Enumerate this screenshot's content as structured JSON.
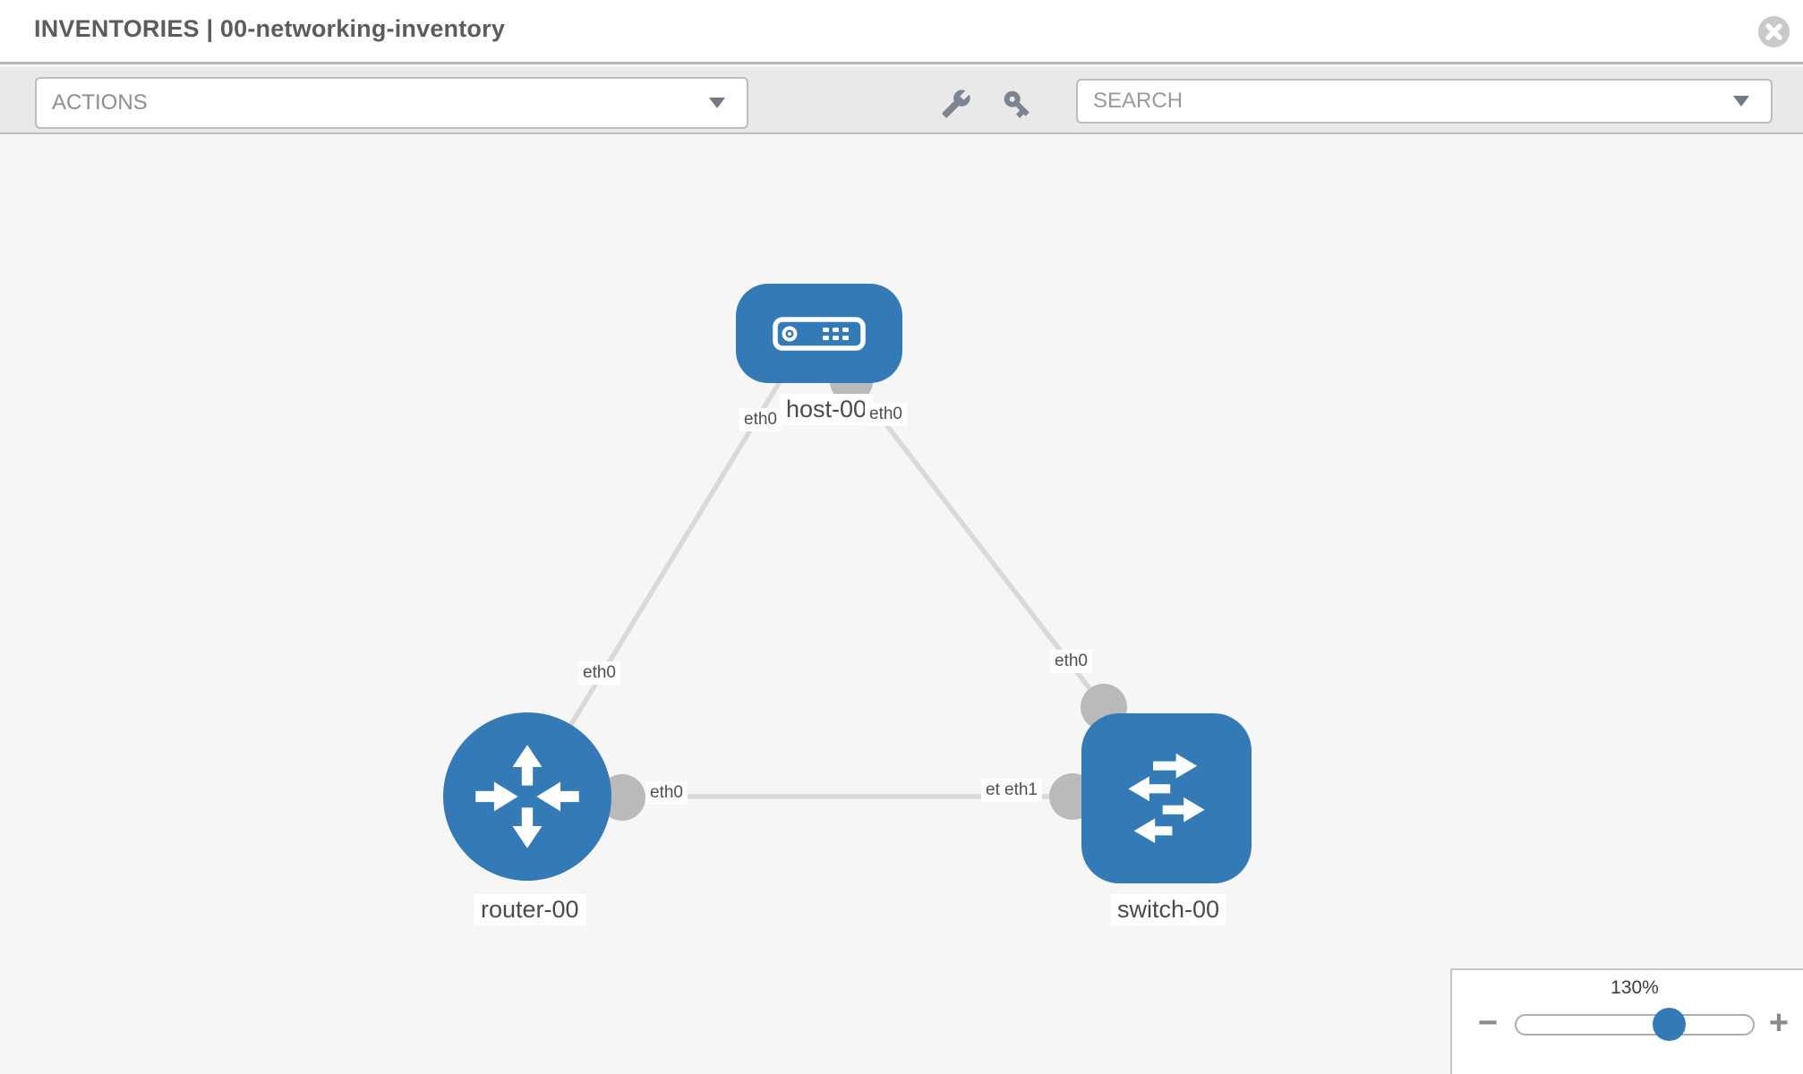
{
  "header": {
    "title": "INVENTORIES | 00-networking-inventory"
  },
  "toolbar": {
    "actions_label": "ACTIONS",
    "search_label": "SEARCH",
    "icons": [
      "wrench-icon",
      "key-icon"
    ]
  },
  "canvas": {
    "nodes": [
      {
        "name": "host-00",
        "type": "host"
      },
      {
        "name": "router-00",
        "type": "router"
      },
      {
        "name": "switch-00",
        "type": "switch"
      }
    ],
    "links": [
      {
        "source": "host-00",
        "source_port": "eth0",
        "target": "router-00",
        "target_port": "eth0"
      },
      {
        "source": "host-00",
        "source_port": "eth0",
        "target": "switch-00",
        "target_port": "eth0"
      },
      {
        "source": "router-00",
        "source_port": "eth0",
        "target": "switch-00",
        "target_port": "eth1"
      }
    ],
    "port_labels": [
      "eth0",
      "eth0",
      "eth0",
      "eth0",
      "eth0",
      "eth0",
      "eth1"
    ]
  },
  "zoom_control": {
    "level": "130%",
    "zoom_out": "−",
    "zoom_in": "+"
  },
  "colors": {
    "node_blue": "#337ab7",
    "link_gray": "#d9d9d9",
    "connector_gray": "#bababa",
    "canvas_bg": "#f6f6f6",
    "toolbar_bg": "#e9e9e9"
  }
}
